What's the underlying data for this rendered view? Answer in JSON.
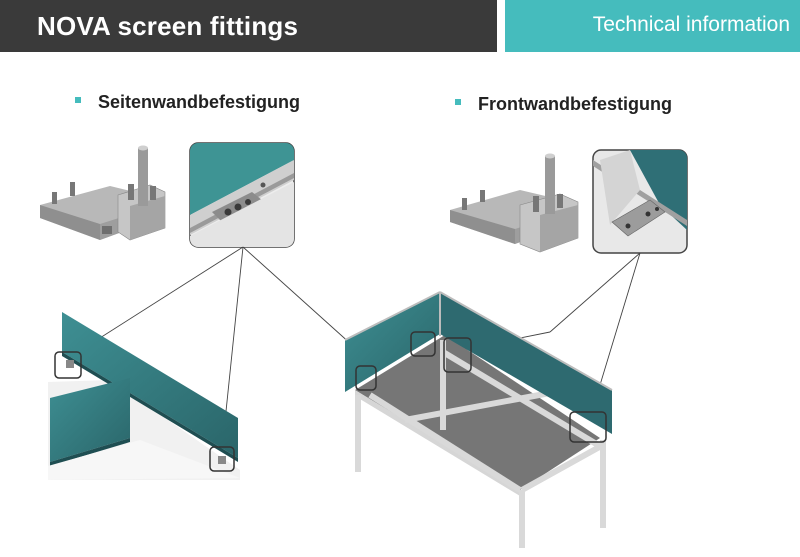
{
  "header": {
    "title": "NOVA screen fittings",
    "section": "Technical information"
  },
  "fittings": [
    {
      "label": "Seitenwandbefestigung"
    },
    {
      "label": "Frontwandbefestigung"
    }
  ],
  "colors": {
    "header_dark": "#3a3a3a",
    "accent_teal": "#45bcbd",
    "screen_teal": "#2f6e74",
    "bracket_gray": "#a7a7a7"
  },
  "icons": [
    "square-bullet-icon"
  ]
}
